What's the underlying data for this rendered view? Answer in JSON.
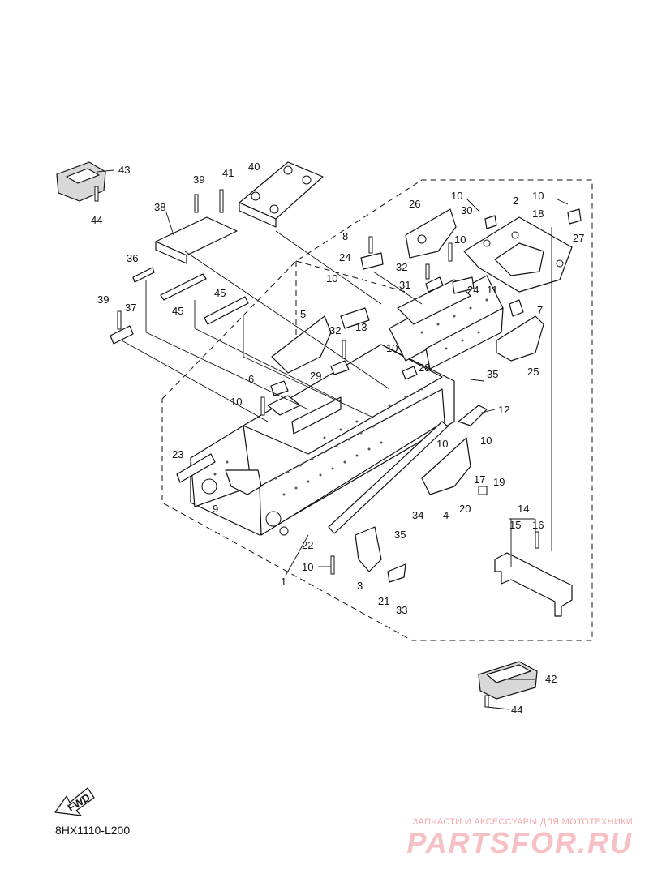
{
  "diagram": {
    "code": "8HX1110-L200",
    "fwd_label": "FWD",
    "callouts": [
      "1",
      "2",
      "3",
      "4",
      "5",
      "6",
      "7",
      "8",
      "9",
      "10",
      "11",
      "12",
      "13",
      "14",
      "15",
      "16",
      "17",
      "18",
      "19",
      "20",
      "21",
      "22",
      "23",
      "24",
      "25",
      "26",
      "27",
      "28",
      "29",
      "30",
      "31",
      "32",
      "33",
      "34",
      "35",
      "36",
      "37",
      "38",
      "39",
      "40",
      "41",
      "42",
      "43",
      "44",
      "45"
    ]
  },
  "watermark": {
    "tagline": "ЗАПЧАСТИ И АКСЕССУАРЫ ДЛЯ МОТОТЕХНИКИ",
    "brand": "PARTSFOR.RU"
  }
}
